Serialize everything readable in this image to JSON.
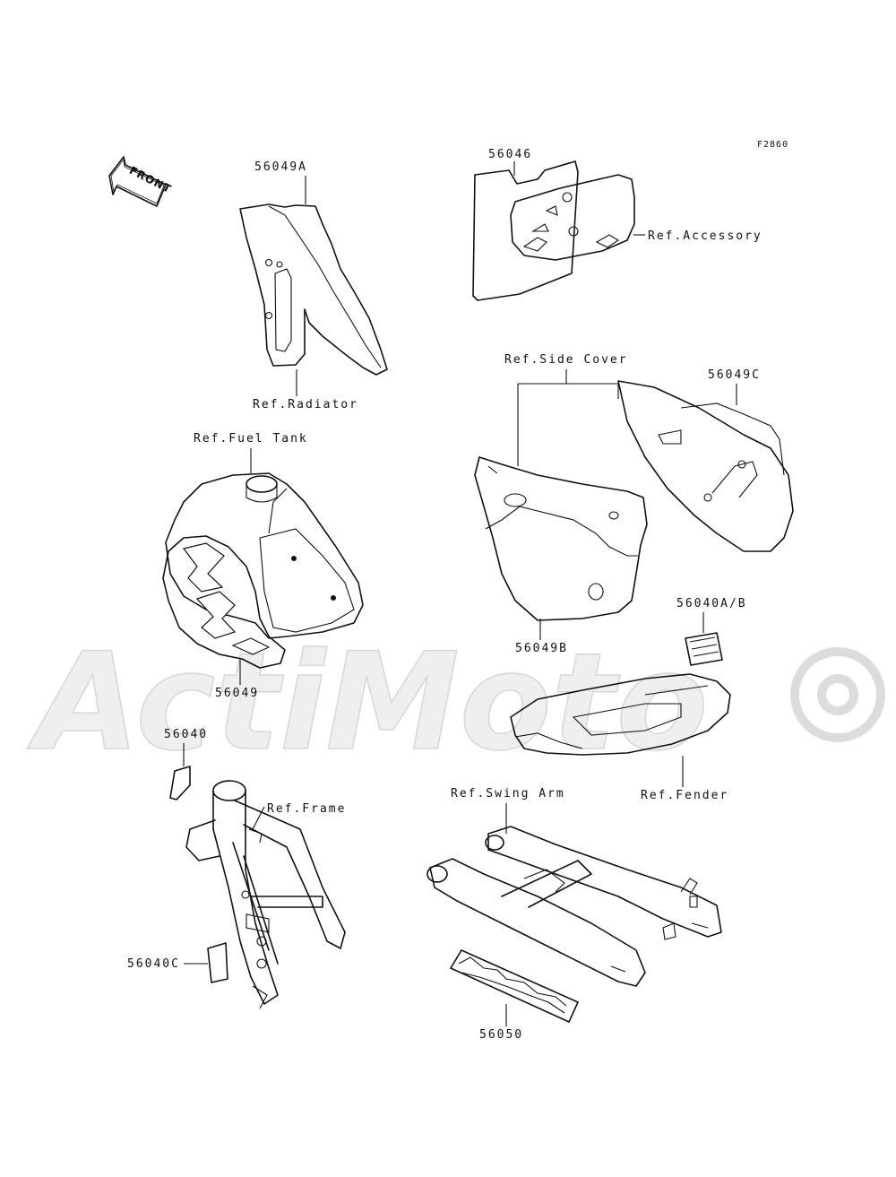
{
  "figure_code": "F2860",
  "front_marker": "FRONT",
  "watermark_text": "ActiMoto",
  "labels": {
    "part_56049A": "56049A",
    "ref_radiator": "Ref.Radiator",
    "part_56046": "56046",
    "ref_accessory": "Ref.Accessory",
    "ref_side_cover": "Ref.Side Cover",
    "part_56049C": "56049C",
    "ref_fuel_tank": "Ref.Fuel Tank",
    "part_56049": "56049",
    "part_56049B": "56049B",
    "part_56040AB": "56040A/B",
    "ref_fender": "Ref.Fender",
    "part_56040": "56040",
    "ref_frame": "Ref.Frame",
    "ref_swing_arm": "Ref.Swing Arm",
    "part_56040C": "56040C",
    "part_56050": "56050"
  },
  "colors": {
    "ink": "#111111",
    "watermark": "#e6e6e6",
    "background": "#ffffff"
  }
}
